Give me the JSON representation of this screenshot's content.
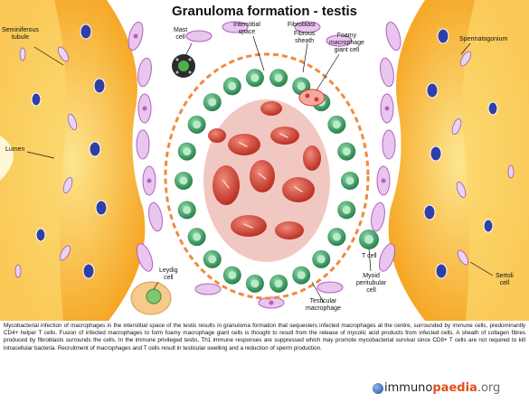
{
  "title": "Granuloma formation - testis",
  "labels": {
    "seminiferous_tubule": "Seminiferous\ntubule",
    "mast_cell": "Mast\ncell",
    "interstitial_space": "Interstitial\nspace",
    "fibroblast": "Fibroblast",
    "fibrous_sheath": "Fibrous\nsheath",
    "foamy_macrophage": "Foamy\nmacrophage\ngiant cell",
    "spermatogonium": "Spermatogonium",
    "lumen": "Lumen",
    "leydig_cell": "Leydig\ncell",
    "testicular_macrophage": "Testicular\nmacrophage",
    "t_cell": "T cell",
    "myoid_cell": "Myoid\nperitubular\ncell",
    "sertoli_cell": "Sertoli\ncell"
  },
  "caption": "Mycobacterial infection of macrophages in the interstitial space of the testis results in granuloma formation that sequesters infected macrophages at the centre, surrounded by immune cells, predominantly CD4+ helper T cells. Fusion of infected macrophages to form foamy macrophage giant cells is thought to result from the release of mycolic acid products from infected cells. A sheath of collagen fibres produced by fibroblasts surrounds the cells. In the immune privileged testis, Th1 immune responses are suppressed which may promote mycobacterial survival since CD8+ T cells are not required to kill intracellular bacteria. Recruitment of macrophages and T cells result in testicular swelling and a reduction of sperm production.",
  "logo": {
    "part1": "immuno",
    "part2": "paedia",
    "part3": ".org"
  },
  "colors": {
    "tubule_orange": "#f6a21e",
    "tubule_yellow": "#fbd96b",
    "myoid_pink": "#e9c6ee",
    "myoid_nucleus": "#b35fc4",
    "macrophage_red": "#cf3a2c",
    "t_cell_green": "#2e8b57",
    "sertoli_nucleus": "#2f3fa8",
    "fibroblast_orange": "#f08a3c"
  }
}
